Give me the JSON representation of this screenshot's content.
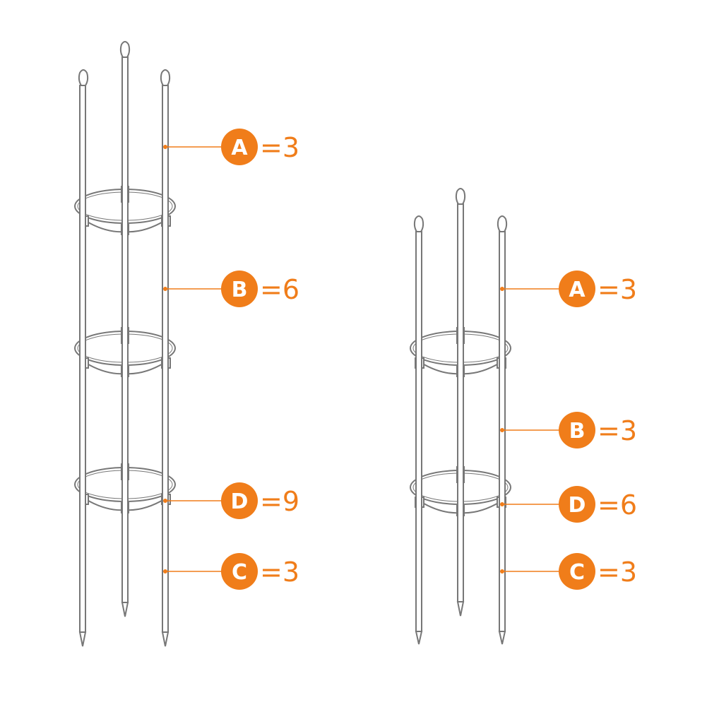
{
  "colors": {
    "accent": "#f07d1a",
    "stroke": "#777777",
    "background": "#ffffff"
  },
  "diagram": {
    "tall": {
      "labels": [
        {
          "letter": "A",
          "value": "=3"
        },
        {
          "letter": "B",
          "value": "=6"
        },
        {
          "letter": "D",
          "value": "=9"
        },
        {
          "letter": "C",
          "value": "=3"
        }
      ]
    },
    "short": {
      "labels": [
        {
          "letter": "A",
          "value": "=3"
        },
        {
          "letter": "B",
          "value": "=3"
        },
        {
          "letter": "D",
          "value": "=6"
        },
        {
          "letter": "C",
          "value": "=3"
        }
      ]
    }
  }
}
